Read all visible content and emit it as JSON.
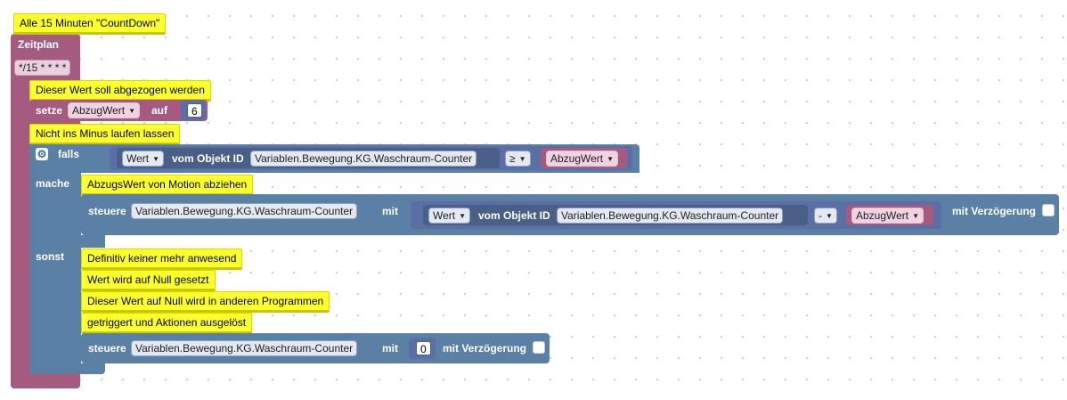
{
  "hat_comment": "Alle 15 Minuten \"CountDown\"",
  "schedule": {
    "label": "Zeitplan",
    "cron": "*/15 * * * *"
  },
  "set_block": {
    "comment": "Dieser Wert soll abgezogen werden",
    "set_label": "setze",
    "variable": "AbzugWert",
    "to_label": "auf",
    "value": "6"
  },
  "if_block": {
    "comment": "Nicht ins Minus laufen lassen",
    "if_label": "falls",
    "do_label": "mache",
    "else_label": "sonst",
    "condition": {
      "value_dropdown": "Wert",
      "from_object_label": "vom Objekt ID",
      "object_id": "Variablen.Bewegung.KG.Waschraum-Counter",
      "operator": "≥",
      "compare_variable": "AbzugWert"
    }
  },
  "do_branch": {
    "comment": "AbzugsWert von Motion abziehen",
    "control_label": "steuere",
    "object_id": "Variablen.Bewegung.KG.Waschraum-Counter",
    "with_label": "mit",
    "value_dropdown": "Wert",
    "from_object_label": "vom Objekt ID",
    "inner_object_id": "Variablen.Bewegung.KG.Waschraum-Counter",
    "operator": "-",
    "subtract_variable": "AbzugWert",
    "delay_label": "mit Verzögerung"
  },
  "else_branch": {
    "comments": [
      "Definitiv keiner mehr anwesend",
      "Wert wird auf Null gesetzt",
      "Dieser Wert auf Null wird in anderen Programmen",
      "getriggert und Aktionen ausgelöst"
    ],
    "control_label": "steuere",
    "object_id": "Variablen.Bewegung.KG.Waschraum-Counter",
    "with_label": "mit",
    "value": "0",
    "delay_label": "mit Verzögerung"
  },
  "colors": {
    "schedule_block": "#a55b80",
    "control_block": "#5b80a5",
    "logic_block": "#5b6fa5",
    "comment": "#fbff2e"
  }
}
